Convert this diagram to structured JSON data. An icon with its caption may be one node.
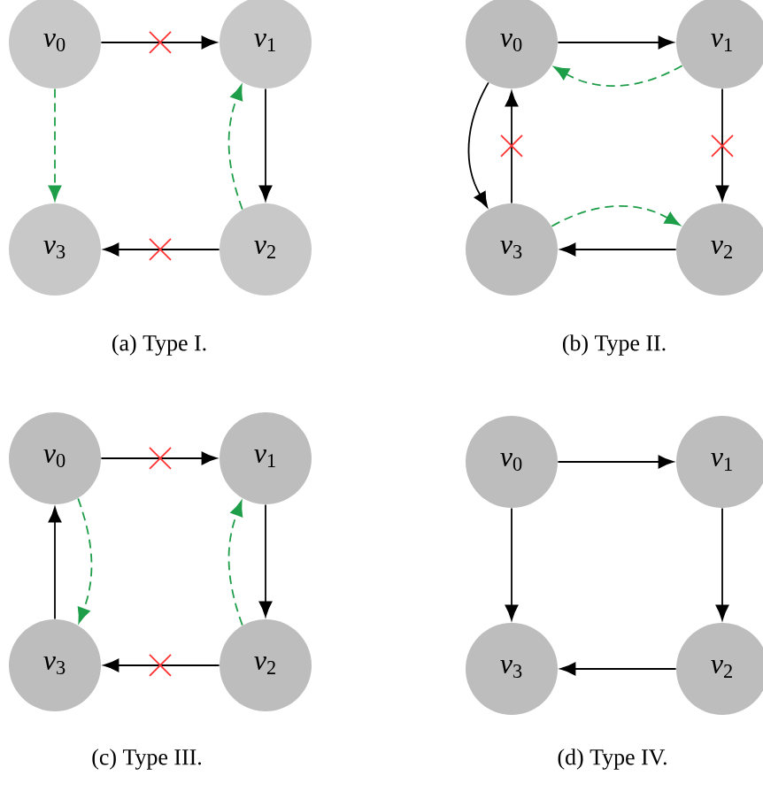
{
  "diagram": {
    "nodes": [
      {
        "text": [
          "*v*$_{0}$"
        ]
      },
      {
        "text": [
          "*v*$_{1}$"
        ]
      },
      {
        "text": [
          "*v*$_{2}$"
        ]
      },
      {
        "text": [
          "*v*$_{3}$"
        ]
      },
      {
        "text": [
          "*v*$_{0}$"
        ]
      },
      {
        "text": [
          "*v*$_{1}$"
        ]
      },
      {
        "text": [
          "*v*$_{2}$"
        ]
      },
      {
        "text": [
          "*v*$_{3}$"
        ]
      },
      {
        "text": [
          "*v*$_{0}$"
        ]
      },
      {
        "text": [
          "*v*$_{1}$"
        ]
      },
      {
        "text": [
          "*v*$_{2}$"
        ]
      },
      {
        "text": [
          "*v*$_{3}$"
        ]
      },
      {
        "text": [
          "*v*$_{0}$"
        ]
      },
      {
        "text": [
          "*v*$_{1}$"
        ]
      },
      {
        "text": [
          "*v*$_{2}$"
        ]
      },
      {
        "text": [
          "*v*$_{3}$"
        ]
      }
    ],
    "edges": [
      {
        "from": 0,
        "to": 1,
        "arrow": "to"
      },
      {
        "from": 1,
        "to": 2,
        "arrow": "to"
      },
      {
        "from": 2,
        "to": 3,
        "arrow": "to"
      },
      {
        "from": 0,
        "to": 3,
        "arrow": "to",
        "style": "dashed",
        "color": "#1f9e4a"
      },
      {
        "from": 2,
        "to": 1,
        "arrow": "to",
        "style": "dashed",
        "color": "#1f9e4a"
      },
      {
        "from": 4,
        "to": 5,
        "arrow": "to"
      },
      {
        "from": 5,
        "to": 4,
        "arrow": "to",
        "style": "dashed",
        "color": "#1f9e4a"
      },
      {
        "from": 5,
        "to": 6,
        "arrow": "to"
      },
      {
        "from": 6,
        "to": 7,
        "arrow": "to"
      },
      {
        "from": 7,
        "to": 4,
        "arrow": "to"
      },
      {
        "from": 4,
        "to": 7,
        "arrow": "to"
      },
      {
        "from": 7,
        "to": 6,
        "arrow": "to",
        "style": "dashed",
        "color": "#1f9e4a"
      },
      {
        "from": 8,
        "to": 9,
        "arrow": "to"
      },
      {
        "from": 9,
        "to": 10,
        "arrow": "to"
      },
      {
        "from": 10,
        "to": 11,
        "arrow": "to"
      },
      {
        "from": 11,
        "to": 8,
        "arrow": "to"
      },
      {
        "from": 8,
        "to": 11,
        "arrow": "to",
        "style": "dashed",
        "color": "#1f9e4a"
      },
      {
        "from": 10,
        "to": 9,
        "arrow": "to",
        "style": "dashed",
        "color": "#1f9e4a"
      },
      {
        "from": 12,
        "to": 13,
        "arrow": "to"
      },
      {
        "from": 13,
        "to": 14,
        "arrow": "to"
      },
      {
        "from": 14,
        "to": 15,
        "arrow": "to"
      },
      {
        "from": 12,
        "to": 15,
        "arrow": "to"
      }
    ],
    "labels": [
      "(a) Type I.",
      "(b) Type II.",
      "(c) Type III.",
      "(d) Type IV."
    ]
  }
}
